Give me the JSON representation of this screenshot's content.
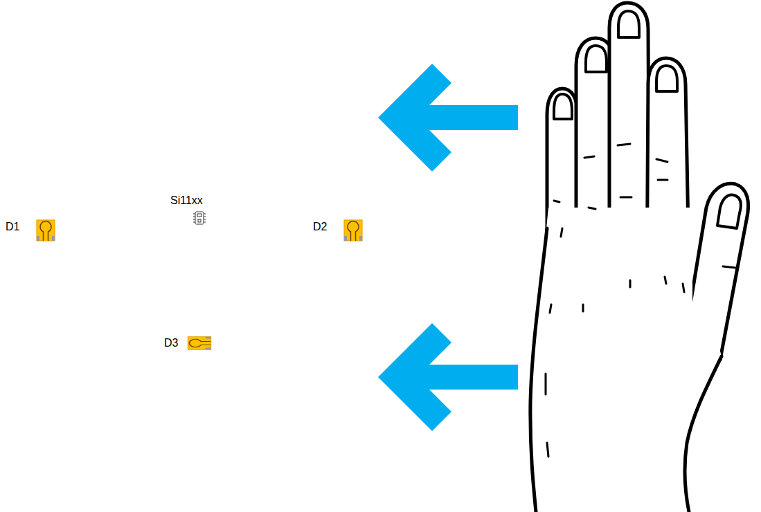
{
  "diagram": {
    "labels": [
      "Si11xx",
      "D1",
      "D2",
      "D3"
    ]
  }
}
